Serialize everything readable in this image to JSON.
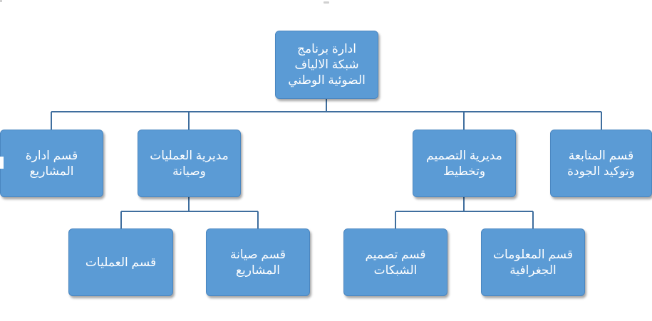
{
  "org_chart": {
    "root": {
      "label": "ادارة برنامج\nشبكة الالياف\nالضوئية الوطني"
    },
    "level1": [
      {
        "id": "projects",
        "label": "قسم ادارة\nالمشاريع"
      },
      {
        "id": "operations",
        "label": "مديرية العمليات\nوصيانة"
      },
      {
        "id": "design",
        "label": "مديرية التصميم\nوتخطيط"
      },
      {
        "id": "quality",
        "label": "قسم المتابعة\nوتوكيد الجودة"
      }
    ],
    "operations_children": [
      {
        "id": "ops-dept",
        "label": "قسم العمليات"
      },
      {
        "id": "maintenance",
        "label": "قسم صيانة\nالمشاريع"
      }
    ],
    "design_children": [
      {
        "id": "network-design",
        "label": "قسم تصميم\nالشبكات"
      },
      {
        "id": "gis",
        "label": "قسم المعلومات\nالجغرافية"
      }
    ],
    "colors": {
      "box_fill": "#5b9bd5",
      "box_border": "#4a86c0",
      "connector": "#3f6e9e",
      "text": "#ffffff"
    }
  }
}
